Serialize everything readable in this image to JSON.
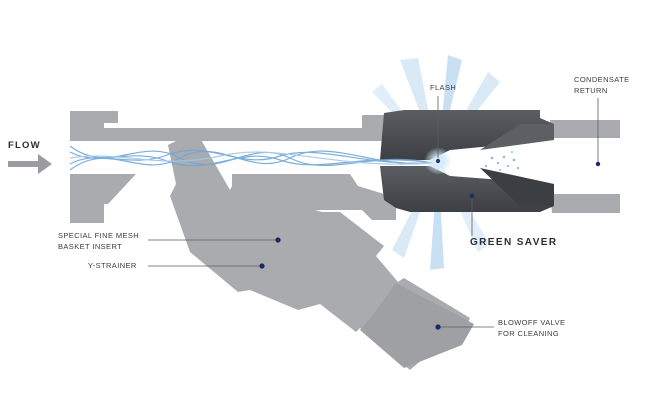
{
  "labels": {
    "flow": "FLOW",
    "flash": "FLASH",
    "condensate_line1": "CONDENSATE",
    "condensate_line2": "RETURN",
    "green_saver": "GREEN SAVER",
    "mesh_line1": "SPECIAL FINE MESH",
    "mesh_line2": "BASKET INSERT",
    "y_strainer": "Y-STRAINER",
    "blowoff_line1": "BLOWOFF VALVE",
    "blowoff_line2": "FOR CLEANING"
  },
  "colors": {
    "body": "#a9abae",
    "body_dark": "#8d9093",
    "saver": "#4b4e52",
    "saver_dark": "#3a3d40",
    "flow_lines": "#6fa6d6",
    "flash_rays": "#bcd9f0",
    "leader": "#1a2a6c",
    "text": "#3a3d42"
  }
}
